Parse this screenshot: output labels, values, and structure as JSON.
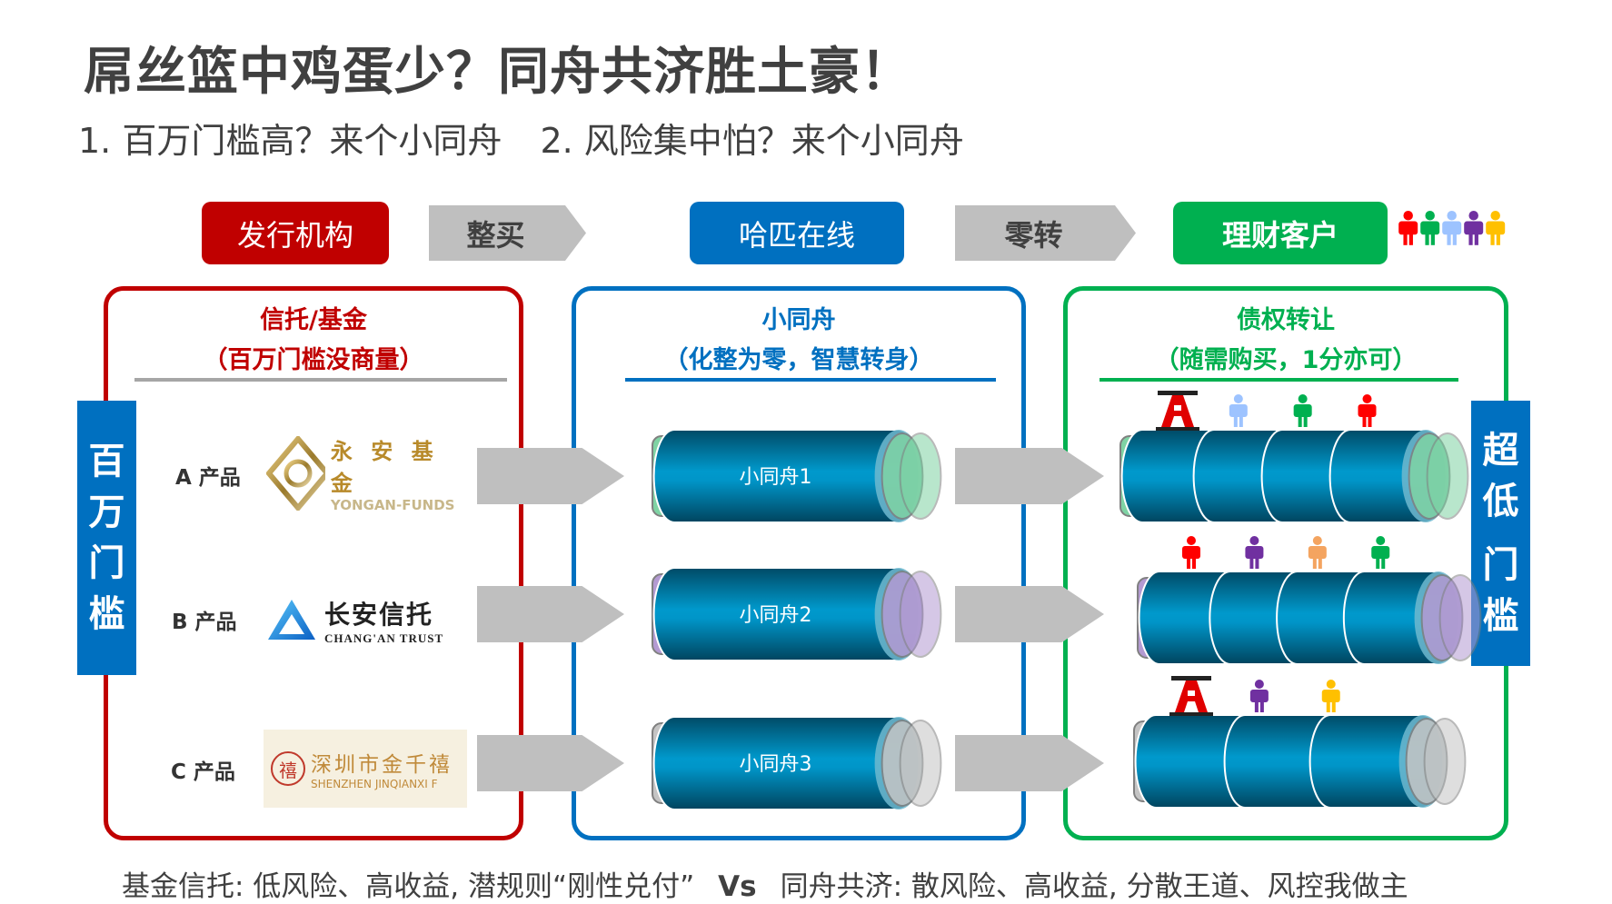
{
  "title": "屌丝篮中鸡蛋少？同舟共济胜土豪！",
  "subtitle": {
    "point1": "1. 百万门槛高？来个小同舟",
    "point2": "2. 风险集中怕？来个小同舟"
  },
  "flow": {
    "issuer": "发行机构",
    "step1": "整买",
    "platform": "哈匹在线",
    "step2": "零转",
    "customer": "理财客户",
    "people_colors": [
      "#ff0000",
      "#00b050",
      "#9dc3ff",
      "#7030a0",
      "#ffc000"
    ]
  },
  "colors": {
    "red": "#c00000",
    "blue": "#0070c0",
    "green": "#00b050",
    "arrow_gray": "#bfbfbf",
    "text_dark": "#404040"
  },
  "left_panel": {
    "heading": "信托/基金",
    "subheading": "（百万门槛没商量）",
    "side_label": [
      "百",
      "万",
      "门",
      "槛"
    ],
    "products": [
      {
        "label": "A 产品",
        "logo_cn": "永 安 基 金",
        "logo_en": "YONGAN-FUNDS"
      },
      {
        "label": "B 产品",
        "logo_cn": "长安信托",
        "logo_en": "CHANG'AN TRUST"
      },
      {
        "label": "C 产品",
        "logo_cn": "深圳市金千禧",
        "logo_en": "SHENZHEN JINQIANXI F",
        "logo_seal": "禧"
      }
    ]
  },
  "middle_panel": {
    "heading": "小同舟",
    "subheading": "（化整为零，智慧转身）",
    "tubes": [
      {
        "label": "小同舟1",
        "cap_color": "#7fd3a4"
      },
      {
        "label": "小同舟2",
        "cap_color": "#b39ad2"
      },
      {
        "label": "小同舟3",
        "cap_color": "#c4c4c4"
      }
    ]
  },
  "right_panel": {
    "heading": "债权转让",
    "subheading": "（随需购买，1分亦可）",
    "side_label": [
      "超",
      "低",
      "门",
      "槛"
    ],
    "rows": [
      {
        "segments": 4,
        "cap_color": "#7fd3a4",
        "investors": [
          "A-icon",
          "#9dc3ff",
          "#00b050",
          "#ff0000"
        ]
      },
      {
        "segments": 4,
        "cap_color": "#b39ad2",
        "investors": [
          "#ff0000",
          "#7030a0",
          "#f4a460",
          "#00b050"
        ]
      },
      {
        "segments": 3,
        "cap_color": "#c4c4c4",
        "investors": [
          "A-icon",
          "#7030a0",
          "#ffc000"
        ]
      }
    ]
  },
  "footer": {
    "left": "基金信托: 低风险、高收益, 潜规则“刚性兑付”",
    "vs": "Vs",
    "right": "同舟共济: 散风险、高收益, 分散王道、风控我做主"
  }
}
